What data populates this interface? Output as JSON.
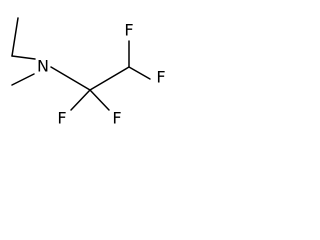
{
  "molecule": {
    "atoms": {
      "n": "N",
      "f_upper_a": "F",
      "f_upper_b": "F",
      "f_lower_a": "F",
      "f_lower_b": "F"
    }
  }
}
